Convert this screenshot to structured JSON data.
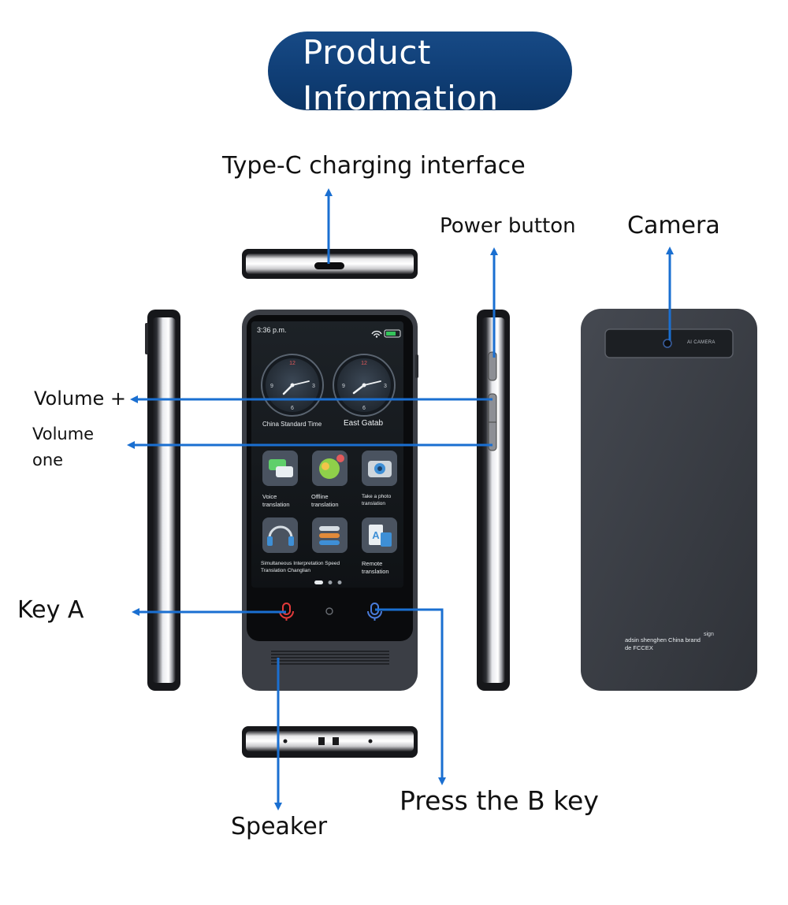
{
  "banner": {
    "line1": "Product",
    "line2": "Information"
  },
  "labels": {
    "type_c": "Type-C charging interface",
    "power": "Power button",
    "camera": "Camera",
    "volume_plus": "Volume +",
    "volume_minus_1": "Volume",
    "volume_minus_2": "one",
    "key_a": "Key A",
    "press_b": "Press the B key",
    "speaker": "Speaker"
  },
  "screen": {
    "time": "3:36 p.m.",
    "clock_left_label": "China Standard Time",
    "clock_right_label": "East Gatab",
    "apps": [
      {
        "line1": "Voice",
        "line2": "translation"
      },
      {
        "line1": "Offline",
        "line2": "translation"
      },
      {
        "line1": "Take a photo",
        "line2": "translation"
      },
      {
        "line1": "Simultaneous Interpretation Speed",
        "line2": "Translation Changlian"
      },
      {
        "line1": "Remote",
        "line2": "translation"
      }
    ]
  },
  "back": {
    "camera_label": "AI CAMERA",
    "text_line1": "adsin shenghen China brand",
    "text_line2": "de FCCEX",
    "sign": "sign"
  },
  "colors": {
    "arrow": "#1a6fd1",
    "banner": "#174a86",
    "device": "#3a3d44"
  }
}
